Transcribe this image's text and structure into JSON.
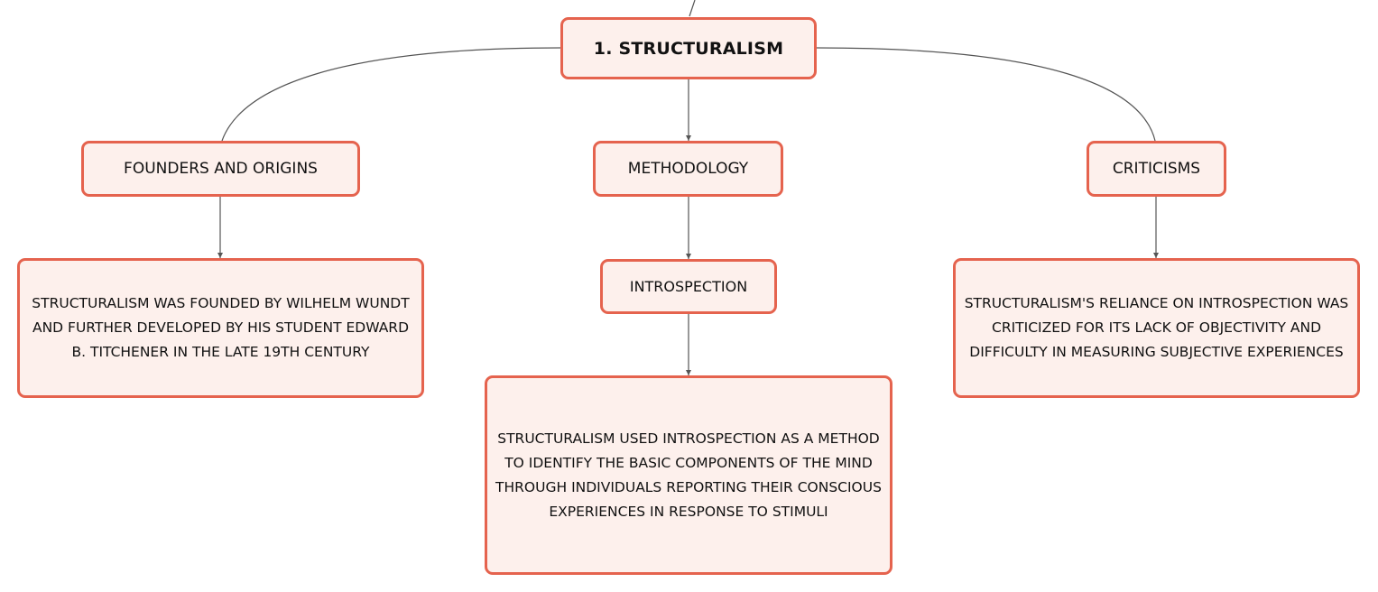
{
  "mindmap": {
    "root": {
      "label": "1. STRUCTURALISM"
    },
    "branches": [
      {
        "label": "FOUNDERS AND ORIGINS",
        "detail": "STRUCTURALISM WAS FOUNDED BY WILHELM WUNDT AND FURTHER DEVELOPED BY HIS STUDENT EDWARD B. TITCHENER IN THE LATE 19TH CENTURY"
      },
      {
        "label": "METHODOLOGY",
        "sub": "INTROSPECTION",
        "detail": "STRUCTURALISM USED INTROSPECTION AS A METHOD TO IDENTIFY THE BASIC COMPONENTS OF THE MIND THROUGH INDIVIDUALS REPORTING THEIR CONSCIOUS EXPERIENCES IN RESPONSE TO STIMULI"
      },
      {
        "label": "CRITICISMS",
        "detail": "STRUCTURALISM'S RELIANCE ON INTROSPECTION WAS CRITICIZED FOR ITS LACK OF OBJECTIVITY AND DIFFICULTY IN MEASURING SUBJECTIVE EXPERIENCES"
      }
    ]
  },
  "colors": {
    "node_border": "#e5634e",
    "node_fill": "#fdf0ec",
    "connector": "#555555"
  }
}
